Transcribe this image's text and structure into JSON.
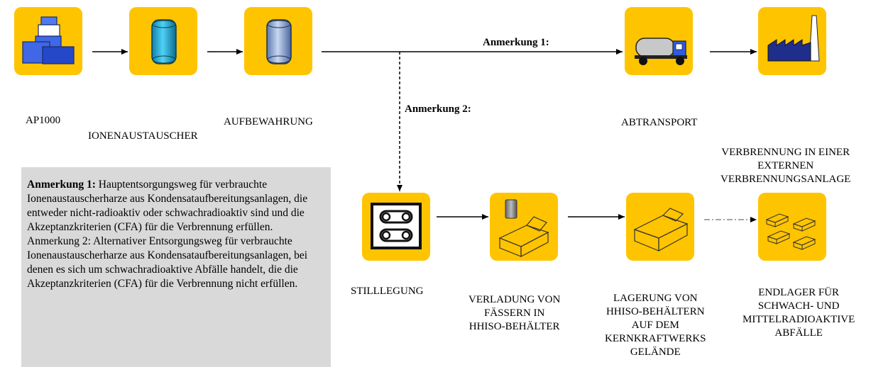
{
  "stations": {
    "ap1000": "AP1000",
    "ion_exchanger": "IONENAUSTAUSCHER",
    "storage": "AUFBEWAHRUNG",
    "transport": "ABTRANSPORT",
    "incineration": [
      "VERBRENNUNG IN EINER",
      "EXTERNEN",
      "VERBRENNUNGSANLAGE"
    ],
    "decommissioning": "STILLLEGUNG",
    "loading": [
      "VERLADUNG VON",
      "FÄSSERN IN",
      "HHISO-BEHÄLTER"
    ],
    "onsite_storage": [
      "LAGERUNG VON",
      "HHISO-BEHÄLTERN",
      "AUF DEM",
      "KERNKRAFTWERKS",
      "GELÄNDE"
    ],
    "repository": [
      "ENDLAGER FÜR",
      "SCHWACH- UND",
      "MITTELRADIOAKTIVE",
      "ABFÄLLE"
    ]
  },
  "path_labels": {
    "note1": "Anmerkung 1:",
    "note2": "Anmerkung 2:"
  },
  "notes": {
    "note1_title": "Anmerkung 1:",
    "note1_text": " Hauptentsorgungsweg für verbrauchte Ionenaustauscherharze aus Kondensataufbereitungsanlagen, die entweder nicht-radioaktiv oder schwachradioaktiv sind und die Akzeptanzkriterien (CFA) für die Verbrennung erfüllen.",
    "note2_text": "Anmerkung 2: Alternativer Entsorgungsweg für verbrauchte Ionenaustauscherharze aus Kondensataufbereitungsanlagen, bei denen es sich um schwachradioaktive Abfälle handelt, die die Akzeptanzkriterien (CFA) für die Verbrennung nicht erfüllen."
  },
  "icons": [
    "plant-icon",
    "ion-exchanger-tank-icon",
    "storage-tank-icon",
    "truck-icon",
    "factory-icon",
    "conveyor-icon",
    "drum-loading-icon",
    "container-icon",
    "repository-containers-icon"
  ],
  "colors": {
    "box": "#FFC400",
    "note_bg": "#D9D9D9",
    "line": "#000000"
  }
}
